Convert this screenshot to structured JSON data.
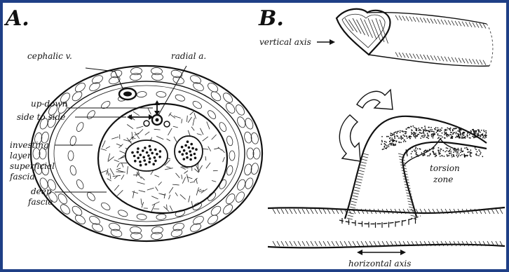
{
  "panel_a": {
    "letter": "A.",
    "labels": {
      "cephalic": "cephalic v.",
      "radial": "radial a.",
      "up_down": "up-down",
      "side_to_side": "side to side",
      "investing_1": "investing",
      "investing_2": "layer",
      "investing_3": "superficial",
      "investing_4": "fascia",
      "deep_1": "deep",
      "deep_2": "fascia"
    }
  },
  "panel_b": {
    "letter": "B.",
    "labels": {
      "vertical_axis": "vertical axis",
      "torsion_1": "torsion",
      "torsion_2": "zone",
      "horizontal_axis": "horizontal axis"
    }
  },
  "colors": {
    "border": "#1f3f86",
    "ink": "#111111",
    "paper": "#ffffff"
  }
}
